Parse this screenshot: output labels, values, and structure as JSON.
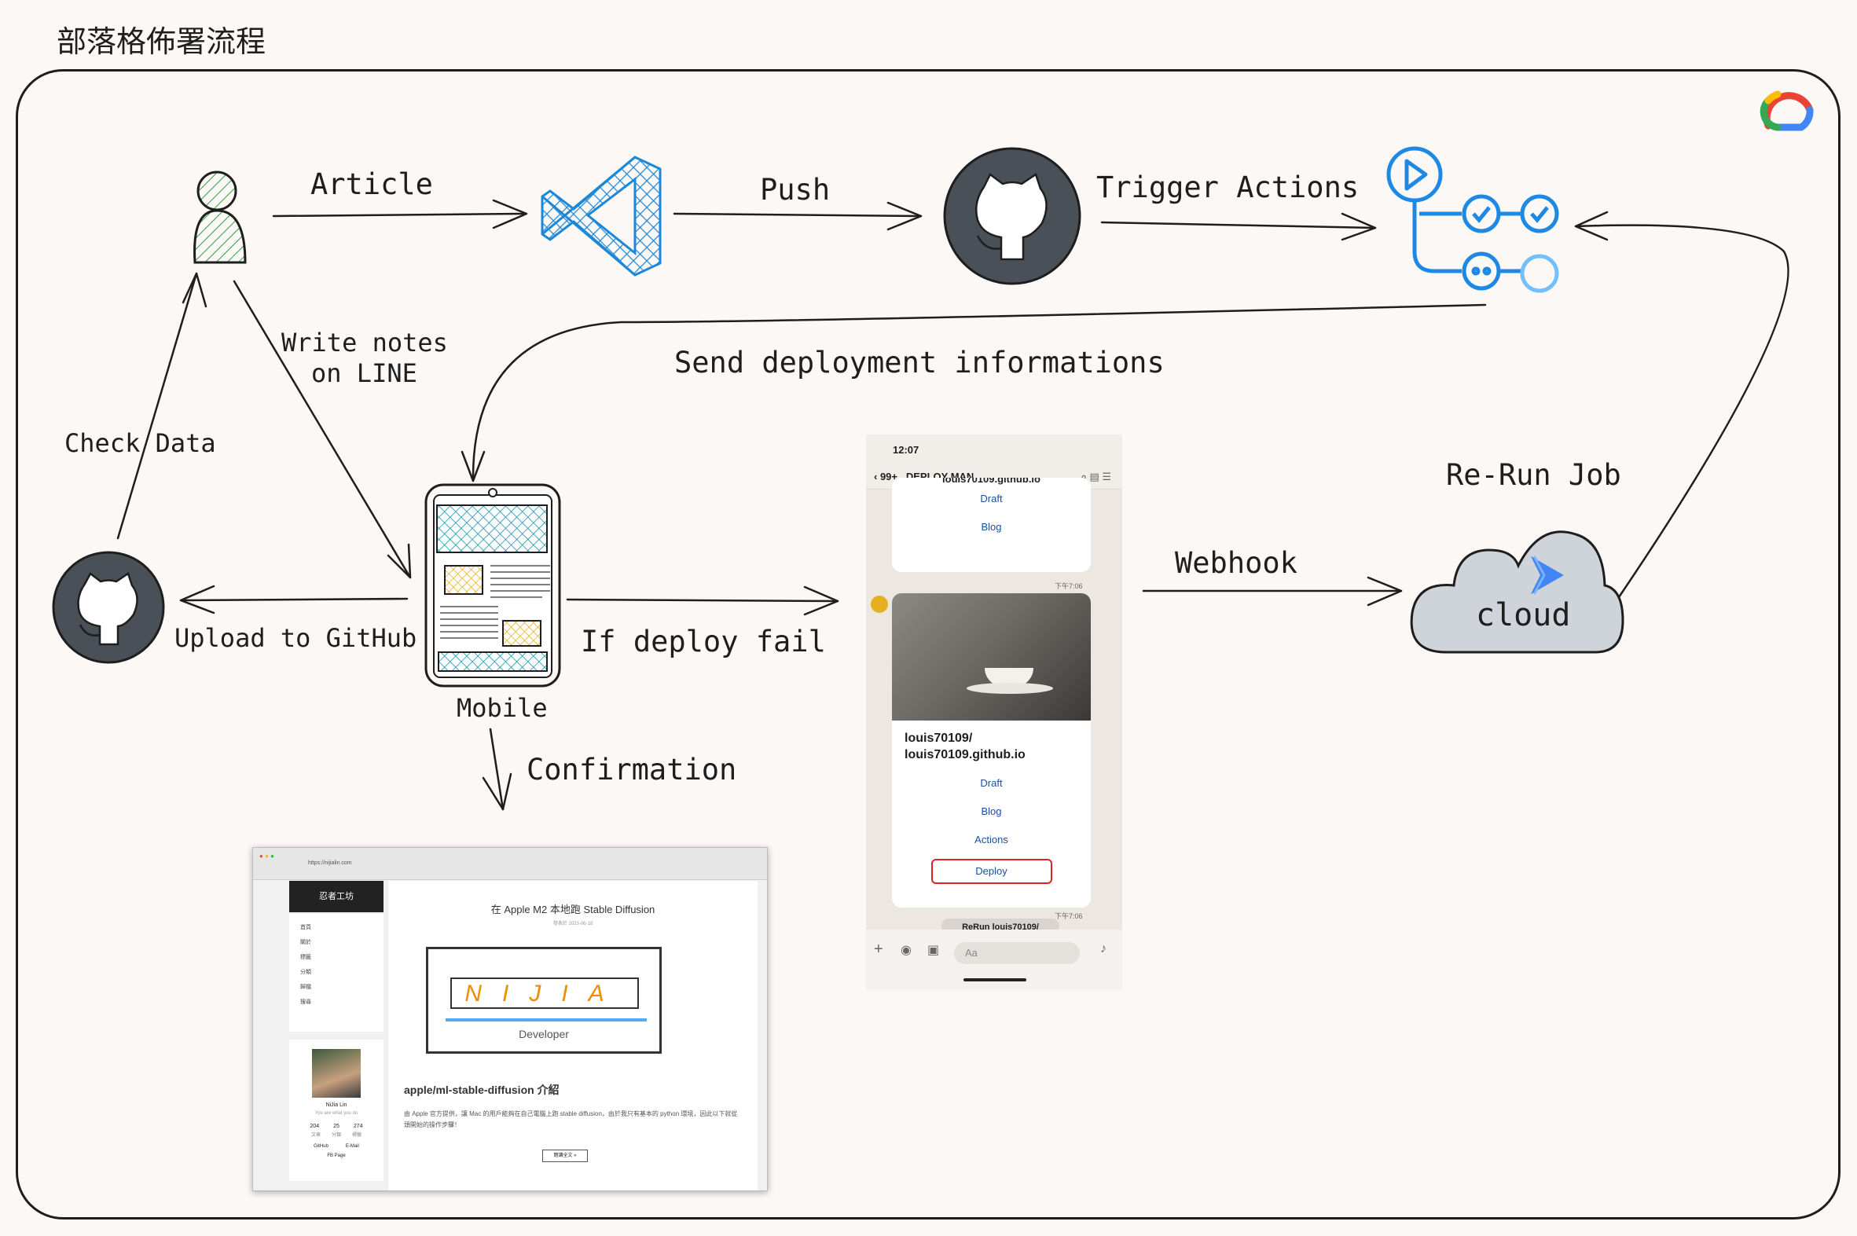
{
  "title": "部落格佈署流程",
  "labels": {
    "article": "Article",
    "push": "Push",
    "trigger_actions": "Trigger Actions",
    "write_notes_1": "Write notes",
    "write_notes_2": "on LINE",
    "send_deploy": "Send deployment informations",
    "check_data": "Check Data",
    "upload_github": "Upload to GitHub",
    "mobile": "Mobile",
    "if_deploy_fail": "If deploy fail",
    "confirmation": "Confirmation",
    "rerun_job": "Re-Run Job",
    "webhook": "Webhook",
    "cloud": "cloud"
  },
  "icons": {
    "person": "person-icon",
    "vscode": "vscode-icon",
    "github": "github-icon",
    "actions": "github-actions-icon",
    "mobile": "mobile-phone-icon",
    "cloud": "cloud-run-icon",
    "gcp": "google-cloud-logo-icon"
  },
  "colors": {
    "vscode": "#1e88d8",
    "actions": "#1e88e5",
    "person": "#2f9e44",
    "phone_fill": "#5ecfdc",
    "phone_blocks": "#fab005",
    "github_circle": "#495057",
    "cloud_fill": "#ced4da"
  },
  "phone_screen": {
    "time": "12:07",
    "back_count": "99+",
    "chat_name": "DEPLOY MAN",
    "top_card_repo": "louis70109.github.io",
    "top_card_items": [
      "Draft",
      "Blog"
    ],
    "timestamp_1": "下午7:06",
    "repo_line_1": "louis70109/",
    "repo_line_2": "louis70109.github.io",
    "items": [
      "Draft",
      "Blog",
      "Actions"
    ],
    "deploy_button": "Deploy",
    "timestamp_2": "下午7:06",
    "rerun_preview": "ReRun louis70109/",
    "input_placeholder": "Aa"
  },
  "browser_screen": {
    "url": "https://nijialin.com",
    "site_name": "忍者工坊",
    "nav_items": [
      "首頁",
      "關於",
      "標籤",
      "分類",
      "歸檔",
      "搜尋"
    ],
    "post_title": "在 Apple M2 本地跑 Stable Diffusion",
    "post_meta": "發表於 2023-06-18",
    "logo_text": "NIJIA",
    "logo_sub": "Developer",
    "post_subtitle": "apple/ml-stable-diffusion 介紹",
    "post_desc": "由 Apple 官方提供，讓 Mac 的用戶能夠在自己電腦上跑 stable diffusion，由於我只有基本的 python 環境，因此以下就從頭開始的操作步驟！",
    "read_more": "閱讀全文 »",
    "profile_name": "NiJia Lin",
    "profile_tagline": "You are what you do",
    "stats": [
      "204",
      "25",
      "274"
    ],
    "stat_labels": [
      "文章",
      "分類",
      "標籤"
    ],
    "links": [
      "GitHub",
      "E-Mail",
      "FB Page"
    ]
  }
}
